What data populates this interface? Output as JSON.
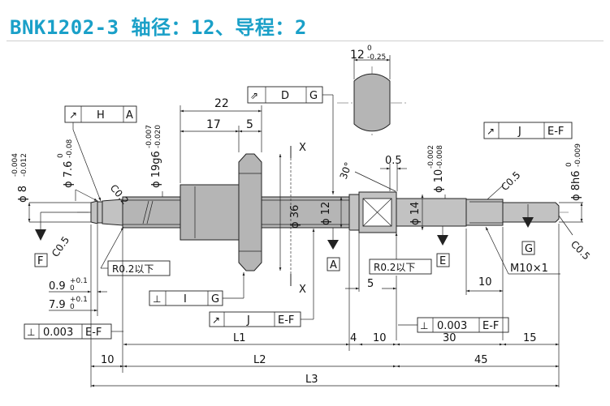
{
  "title": "BNK1202-3 轴径：12、导程：2",
  "section_view": {
    "width": "12",
    "tol_upper": "0",
    "tol_lower": "-0.25"
  },
  "frames": {
    "H": {
      "symbol": "↗",
      "tol": "H",
      "datum": "A"
    },
    "D": {
      "symbol": "⇗",
      "tol": "D",
      "datum": "G"
    },
    "J_top": {
      "symbol": "↗",
      "tol": "J",
      "datum": "E-F"
    },
    "I": {
      "symbol": "⊥",
      "tol": "I",
      "datum": "G"
    },
    "J_bottom": {
      "symbol": "↗",
      "tol": "J",
      "datum": "E-F"
    },
    "perp_left": {
      "symbol": "⊥",
      "tol": "0.003",
      "datum": "E-F"
    },
    "perp_right": {
      "symbol": "⊥",
      "tol": "0.003",
      "datum": "E-F"
    }
  },
  "datums": {
    "F": "F",
    "A": "A",
    "E": "E",
    "G": "G"
  },
  "labels": {
    "d8": "ϕ 8",
    "d8_up": "-0.004",
    "d8_lo": "-0.012",
    "d76": "ϕ 7.6",
    "d76_up": "0",
    "d76_lo": "-0.08",
    "d19": "ϕ 19g6",
    "d19_up": "-0.007",
    "d19_lo": "-0.020",
    "d10": "ϕ 10",
    "d10_up": "-0.002",
    "d10_lo": "-0.008",
    "d8h6": "ϕ 8h6",
    "d8h6_up": "0",
    "d8h6_lo": "-0.009",
    "d36": "ϕ 36",
    "d12": "ϕ 12",
    "d14": "ϕ 14",
    "c02": "C0.2",
    "c05_left": "C0.5",
    "c05_rt": "C0.5",
    "c05_far": "C0.5",
    "r02_left": "R0.2以下",
    "r02_right": "R0.2以下",
    "deg30": "30°",
    "m10": "M10×1",
    "x_top": "X",
    "x_bot": "X",
    "d09": "0.9",
    "d09_up": "+0.1",
    "d09_lo": "0",
    "d79": "7.9",
    "d79_up": "+0.1",
    "d79_lo": "0"
  },
  "dims": {
    "d22": "22",
    "d17": "17",
    "d5": "5",
    "d05": "0.5",
    "d5b": "5",
    "d10mid": "10",
    "L1": "L1",
    "d4": "4",
    "d10a": "10",
    "d30": "30",
    "d15": "15",
    "d10left": "10",
    "L2": "L2",
    "d45": "45",
    "L3": "L3"
  }
}
